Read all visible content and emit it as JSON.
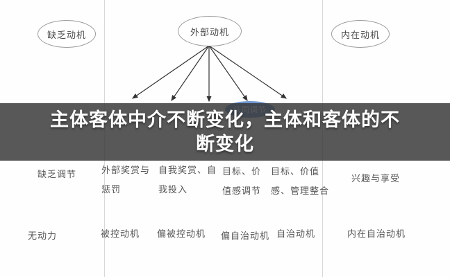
{
  "banner": {
    "title_line1": "主体客体中介不断变化，主体和客体的不",
    "title_line2": "断变化",
    "full_title": "主体客体中介不断变化，主体和客体的不断变化",
    "overlay_color": "#383838",
    "text_color": "#ffffff"
  },
  "diagram": {
    "top_nodes": [
      {
        "label": "缺乏动机"
      },
      {
        "label": "外部动机"
      },
      {
        "label": "内在动机"
      }
    ],
    "mid_node": {
      "label": "认同调节",
      "color": "#6f97cf"
    },
    "regulations": [
      {
        "lines": [
          "缺乏调节"
        ]
      },
      {
        "lines": [
          "外部奖赏与",
          "惩罚"
        ]
      },
      {
        "lines": [
          "自我奖赏、自",
          "我投入"
        ]
      },
      {
        "lines": [
          "目标、价",
          "值感调节"
        ]
      },
      {
        "lines": [
          "目标、价值",
          "感、管理整合"
        ]
      },
      {
        "lines": [
          "兴趣与享受"
        ]
      }
    ],
    "motivations": [
      {
        "label": "无动力"
      },
      {
        "label": "被控动机"
      },
      {
        "label": "偏被控动机"
      },
      {
        "label": "偏自治动机"
      },
      {
        "label": "自治动机"
      },
      {
        "label": "内在自治动机"
      }
    ],
    "colors": {
      "divider": "#d8d8d8",
      "node_border": "#9a9a9a",
      "text": "#545454",
      "arrow": "#333333",
      "accent_blue": "#6f97cf"
    }
  }
}
